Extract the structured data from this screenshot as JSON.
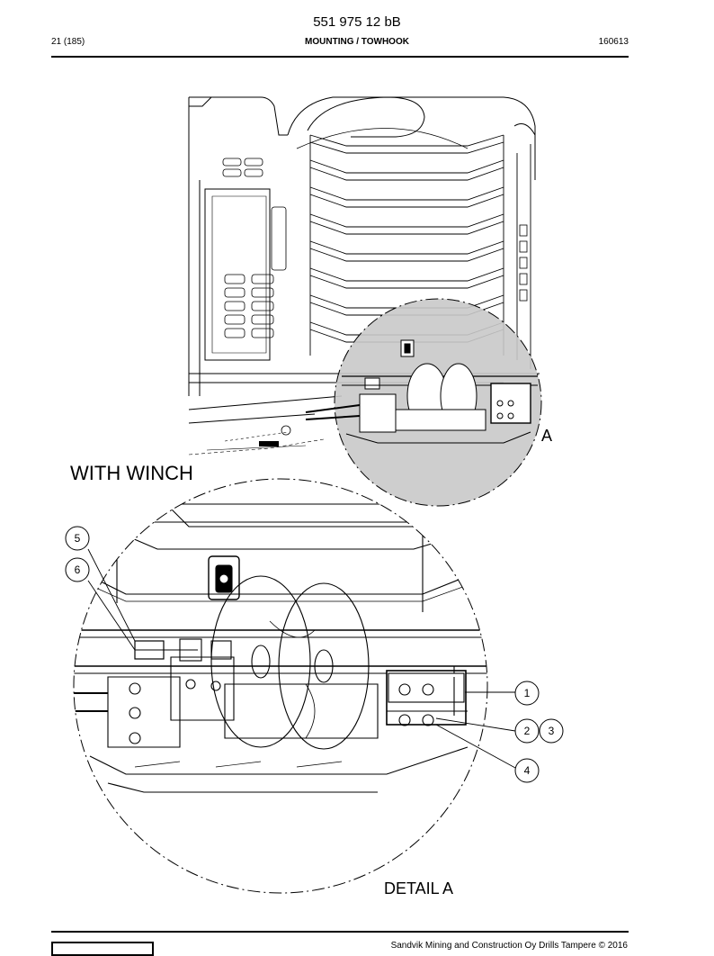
{
  "header": {
    "document_number": "551 975 12 bB",
    "page": "21 (185)",
    "section": "MOUNTING / TOWHOOK",
    "date_code": "160613"
  },
  "drawing": {
    "overview_label": "A",
    "variant_label": "WITH WINCH",
    "detail_label": "DETAIL A",
    "callouts": [
      "1",
      "2",
      "3",
      "4",
      "5",
      "6"
    ]
  },
  "footer": {
    "copyright": "Sandvik Mining and Construction Oy Drills Tampere © 2016"
  }
}
